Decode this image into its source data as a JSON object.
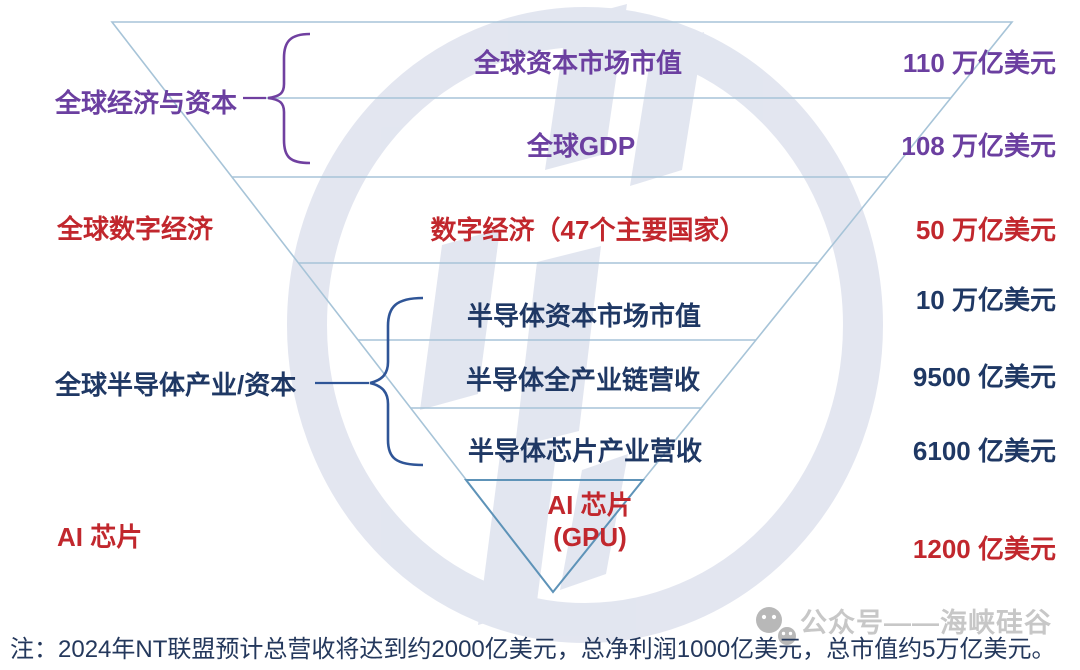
{
  "funnel": {
    "left_categories": [
      {
        "label": "全球经济与资本",
        "color": "#6B3FA0"
      },
      {
        "label": "全球数字经济",
        "color": "#C1272D"
      },
      {
        "label": "全球半导体产业/资本",
        "color": "#1F3864"
      },
      {
        "label": "AI 芯片",
        "color": "#C1272D"
      }
    ],
    "rows": [
      {
        "label": "全球资本市场市值",
        "value": "110 万亿美元",
        "color": "#6B3FA0"
      },
      {
        "label": "全球GDP",
        "value": "108 万亿美元",
        "color": "#6B3FA0"
      },
      {
        "label": "数字经济（47个主要国家）",
        "value": "50 万亿美元",
        "color": "#C1272D"
      },
      {
        "label": "半导体资本市场市值",
        "value": "10 万亿美元",
        "color": "#1F3864"
      },
      {
        "label": "半导体全产业链营收",
        "value": "9500 亿美元",
        "color": "#1F3864"
      },
      {
        "label": "半导体芯片产业营收",
        "value": "6100 亿美元",
        "color": "#1F3864"
      },
      {
        "label": "AI 芯片",
        "label_line2": "(GPU)",
        "value": "1200 亿美元",
        "color": "#C1272D"
      }
    ],
    "note": "注：2024年NT联盟预计总营收将达到约2000亿美元，总净利润1000亿美元，总市值约5万亿美元。",
    "watermark_text": "公众号——海峡硅谷",
    "colors": {
      "purple": "#6B3FA0",
      "red": "#C1272D",
      "navy": "#1F3864",
      "funnel_line_light": "#A7C4D8",
      "funnel_line_dark": "#5E93B8",
      "brace_purple": "#7040A0",
      "brace_blue": "#2F5597",
      "watermark_logo": "#C7CEE2",
      "watermark_gray": "#9B9B9B"
    }
  }
}
